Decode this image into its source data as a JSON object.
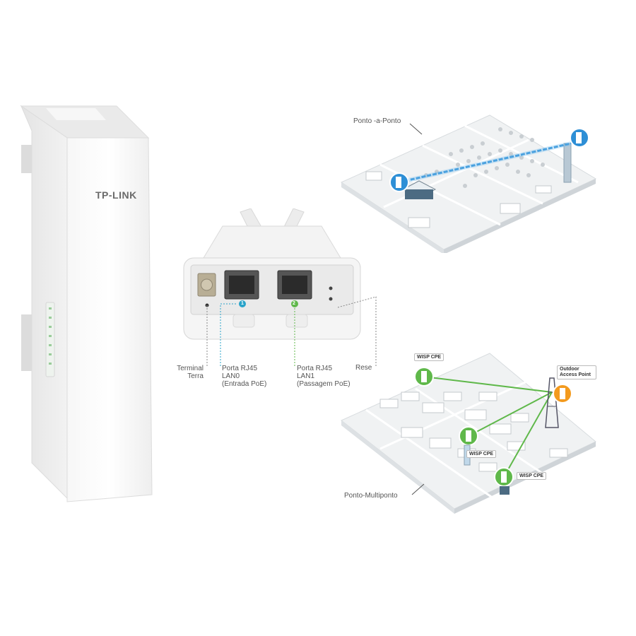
{
  "device": {
    "brand": "TP-LINK"
  },
  "ports": {
    "terminal": {
      "line1": "Terminal",
      "line2": "Terra"
    },
    "lan0": {
      "line1": "Porta RJ45",
      "line2": "LAN0",
      "line3": "(Entrada PoE)",
      "marker": "1"
    },
    "lan1": {
      "line1": "Porta RJ45",
      "line2": "LAN1",
      "line3": "(Passagem PoE)",
      "marker": "2"
    },
    "reset": {
      "label": "Rese"
    }
  },
  "diagrams": {
    "p2p": {
      "caption": "Ponto -a-Ponto"
    },
    "p2mp": {
      "caption": "Ponto-Multiponto",
      "wisp_cpe_1": "WISP CPE",
      "wisp_cpe_2": "WISP CPE",
      "wisp_cpe_3": "WISP CPE",
      "ap_line1": "Outdoor",
      "ap_line2": "Access Point"
    }
  },
  "colors": {
    "p2p_link": "#2e8fd6",
    "cpe_green": "#5fb84a",
    "ap_orange": "#f39a1e",
    "marker_blue": "#29a3c9",
    "marker_green": "#5fb84a"
  }
}
